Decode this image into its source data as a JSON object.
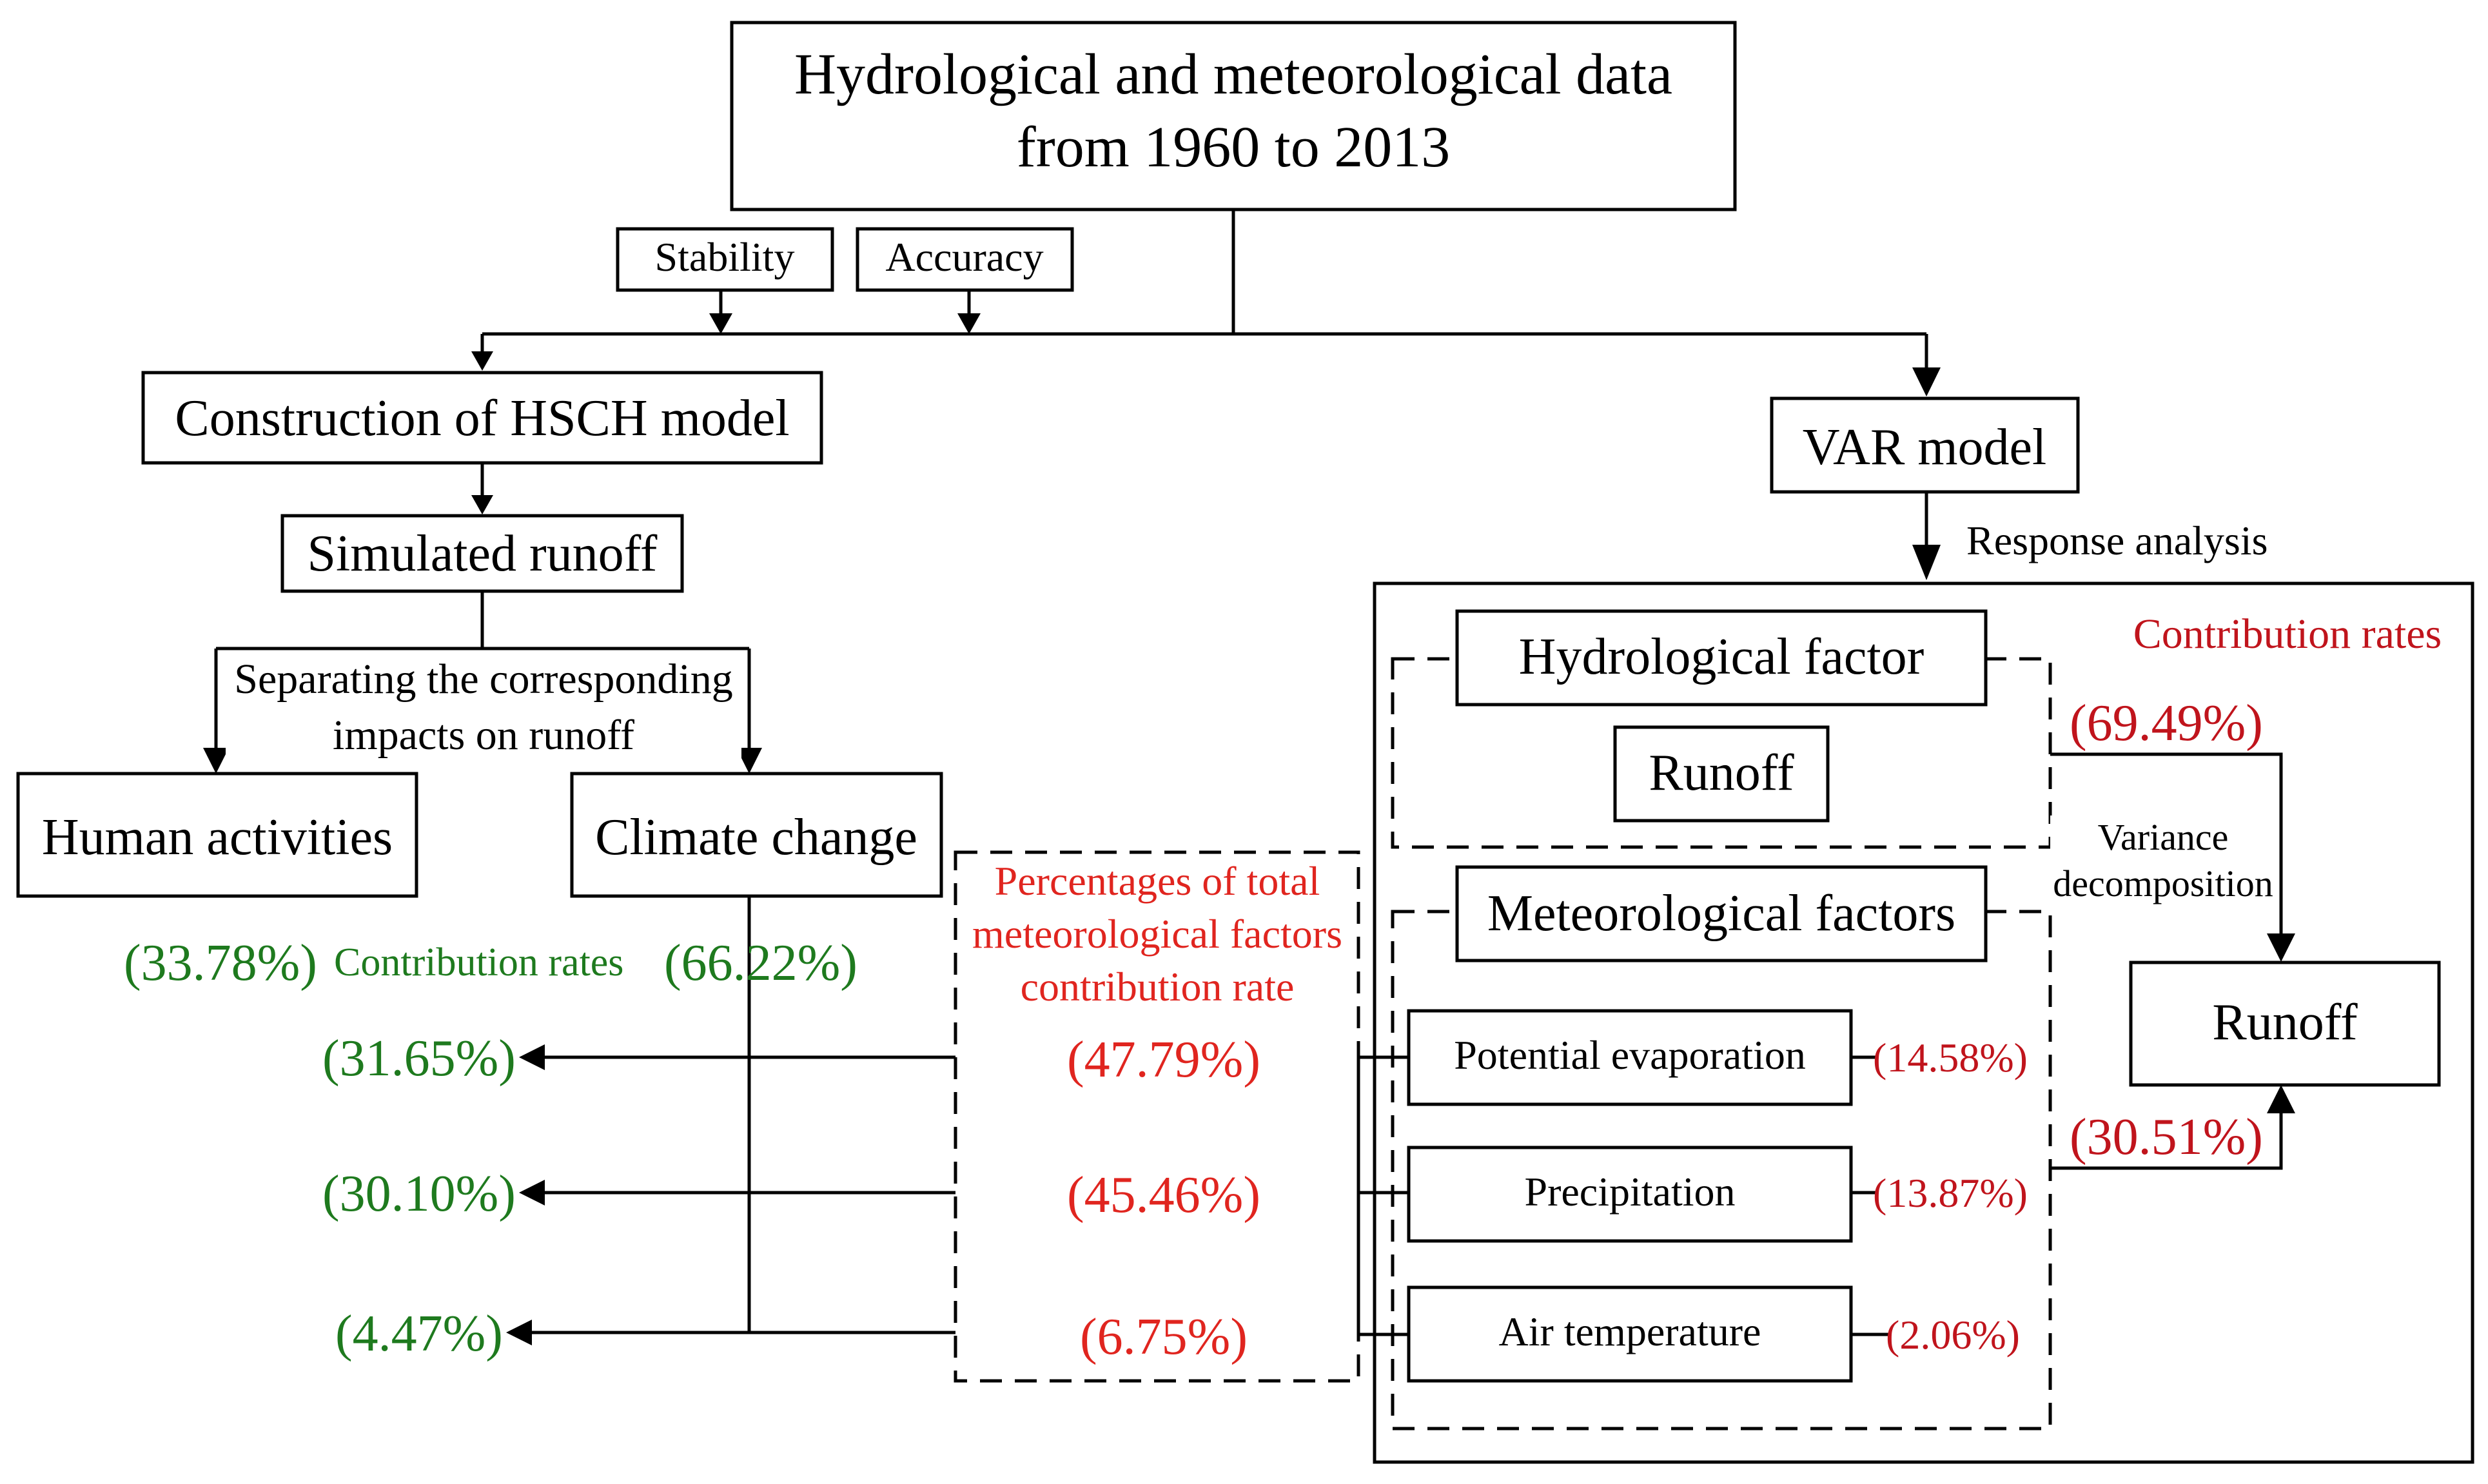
{
  "diagram": {
    "top": {
      "line1": "Hydrological and meteorological data",
      "line2": "from 1960 to 2013"
    },
    "stability": "Stability",
    "accuracy": "Accuracy",
    "hsch": "Construction of HSCH model",
    "simulated": "Simulated runoff",
    "separating": {
      "line1": "Separating the corresponding",
      "line2": "impacts on runoff"
    },
    "human": "Human activities",
    "climate": "Climate change",
    "left_rates": {
      "human": "(33.78%)",
      "label": "Contribution rates",
      "climate": "(66.22%)"
    },
    "green_values": [
      "(31.65%)",
      "(30.10%)",
      "(4.47%)"
    ],
    "percentages_box": {
      "line1": "Percentages of total",
      "line2": "meteorological factors",
      "line3": "contribution rate",
      "values": [
        "(47.79%)",
        "(45.46%)",
        "(6.75%)"
      ]
    },
    "var_model": "VAR model",
    "response": "Response analysis",
    "right_label": "Contribution rates",
    "hydro_factor": "Hydrological factor",
    "runoff_inner": "Runoff",
    "meteo_factors": "Meteorological factors",
    "factors": [
      "Potential evaporation",
      "Precipitation",
      "Air temperature"
    ],
    "factor_rates": [
      "(14.58%)",
      "(13.87%)",
      "(2.06%)"
    ],
    "hydro_rate": "(69.49%)",
    "meteo_rate": "(30.51%)",
    "variance": {
      "line1": "Variance",
      "line2": "decomposition"
    },
    "runoff_out": "Runoff"
  },
  "colors": {
    "green": "#1e7a1e",
    "red": "#e0251f",
    "dark_red": "#c0141c"
  }
}
